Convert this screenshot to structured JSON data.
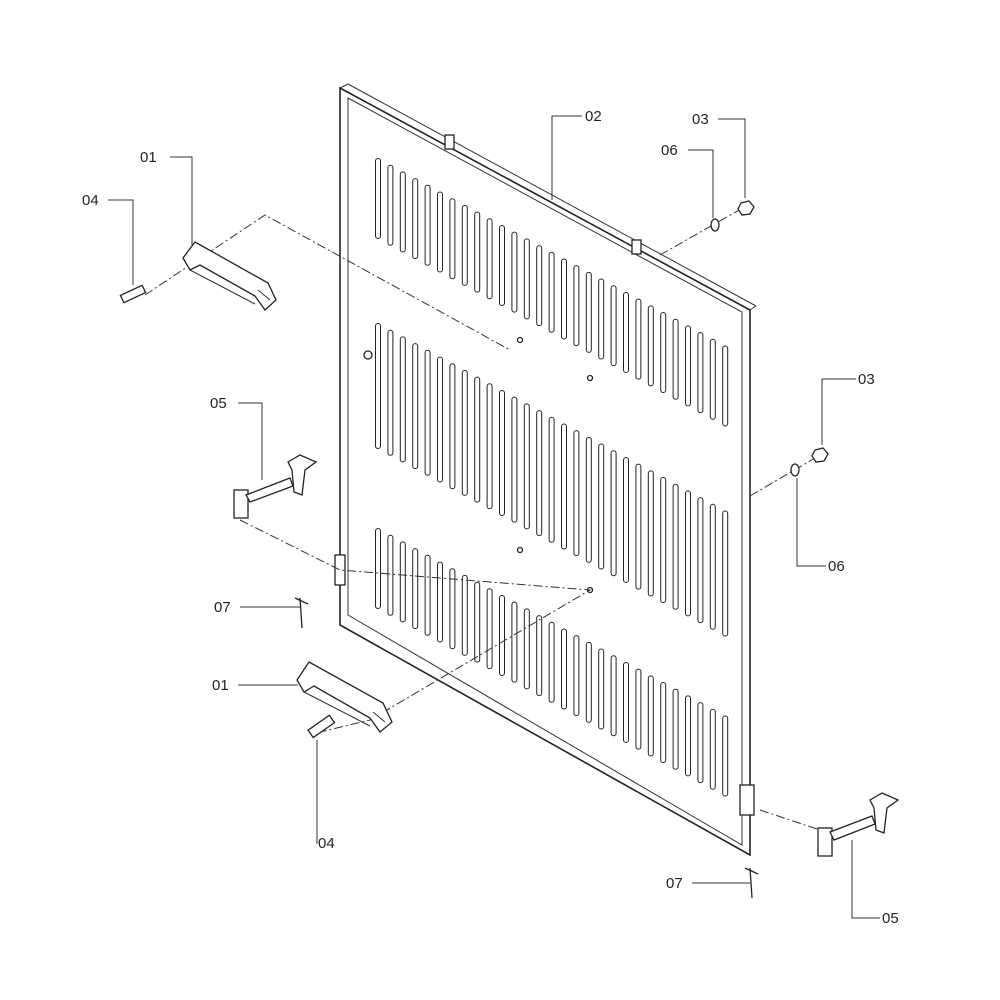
{
  "diagram": {
    "type": "exploded-parts-view",
    "callouts": [
      {
        "id": "c01a",
        "text": "01"
      },
      {
        "id": "c04a",
        "text": "04"
      },
      {
        "id": "c02",
        "text": "02"
      },
      {
        "id": "c03a",
        "text": "03"
      },
      {
        "id": "c06a",
        "text": "06"
      },
      {
        "id": "c03b",
        "text": "03"
      },
      {
        "id": "c05a",
        "text": "05"
      },
      {
        "id": "c06b",
        "text": "06"
      },
      {
        "id": "c07a",
        "text": "07"
      },
      {
        "id": "c01b",
        "text": "01"
      },
      {
        "id": "c04b",
        "text": "04"
      },
      {
        "id": "c07b",
        "text": "07"
      },
      {
        "id": "c05b",
        "text": "05"
      }
    ]
  }
}
